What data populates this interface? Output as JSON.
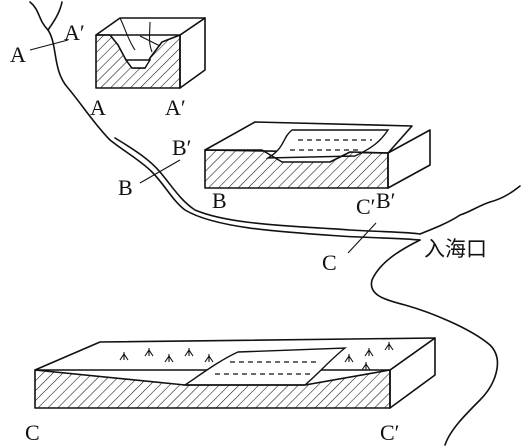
{
  "labels": {
    "a_top_left": "A",
    "a_prime_top": "A′",
    "a_bottom": "A",
    "a_prime_bottom": "A′",
    "b_prime_top": "B′",
    "b_left": "B",
    "b_bottom": "B",
    "b_prime_bottom": "B′",
    "c_prime_mid": "C′",
    "c_mid": "C",
    "estuary": "入海口",
    "c_bottom": "C",
    "c_prime_bottom": "C′"
  }
}
